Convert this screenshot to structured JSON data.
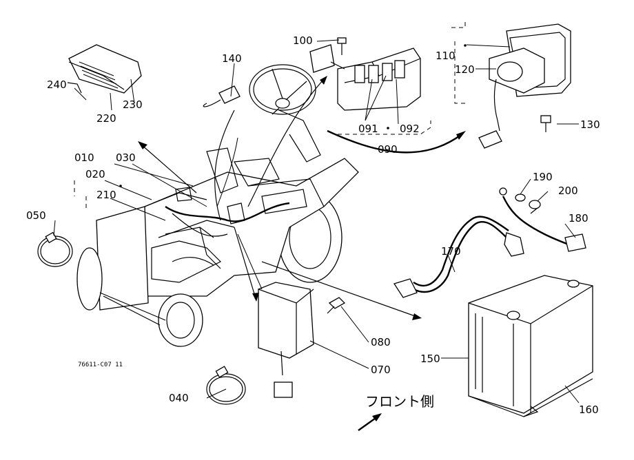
{
  "labels": {
    "p010": "010",
    "p020": "020",
    "p030": "030",
    "p040": "040",
    "p050": "050",
    "p070": "070",
    "p080": "080",
    "p090": "090",
    "p091": "091",
    "p092": "092",
    "p100": "100",
    "p110": "110",
    "p120": "120",
    "p130": "130",
    "p140": "140",
    "p150": "150",
    "p160": "160",
    "p170": "170",
    "p180": "180",
    "p190": "190",
    "p200": "200",
    "p210": "210",
    "p220": "220",
    "p230": "230",
    "p240": "240"
  },
  "drawing_number": "76611-C07 11",
  "front_side": "フロント側"
}
